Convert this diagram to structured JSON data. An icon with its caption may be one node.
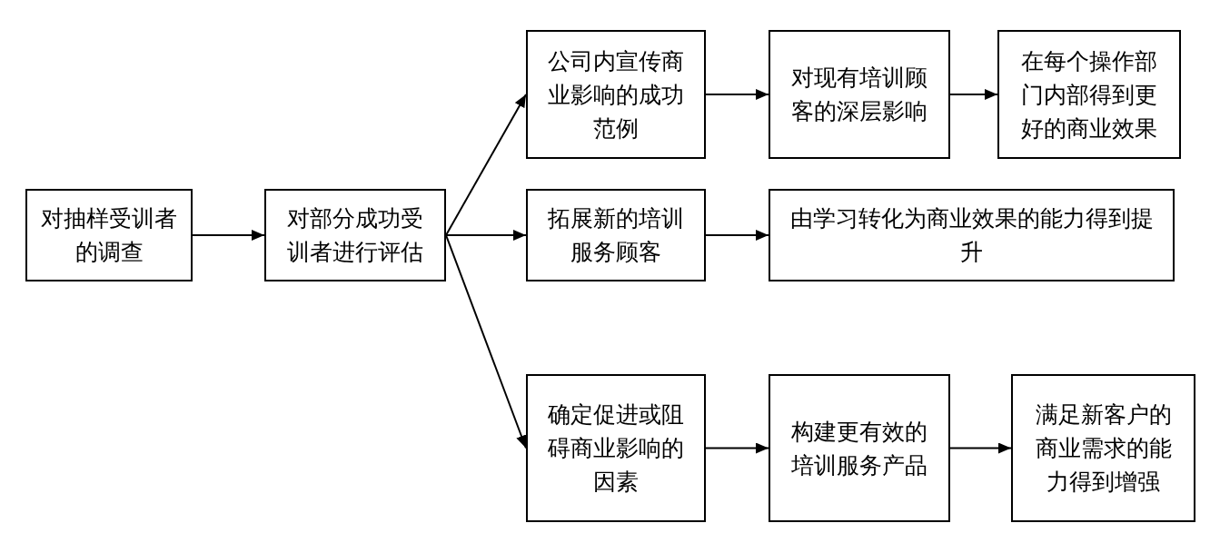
{
  "diagram": {
    "nodes": [
      {
        "text": [
          "对抽样受训者的调查"
        ]
      },
      {
        "text": [
          "对部分成功受训者进行评估"
        ]
      },
      {
        "text": [
          "公司内宣传商业影响的成功范例"
        ]
      },
      {
        "text": [
          "对现有培训顾客的深层影响"
        ]
      },
      {
        "text": [
          "在每个操作部门内部得到更好的商业效果"
        ]
      },
      {
        "text": [
          "拓展新的培训服务顾客"
        ]
      },
      {
        "text": [
          "由学习转化为商业效果的能力得到提升"
        ]
      },
      {
        "text": [
          "确定促进或阻碍商业影响的因素"
        ]
      },
      {
        "text": [
          "构建更有效的培训服务产品"
        ]
      },
      {
        "text": [
          "满足新客户的商业需求的能力得到增强"
        ]
      }
    ],
    "edges": [
      {
        "from": 0,
        "to": 1,
        "arrow": "to"
      },
      {
        "from": 1,
        "to": 2,
        "arrow": "to"
      },
      {
        "from": 1,
        "to": 5,
        "arrow": "to"
      },
      {
        "from": 1,
        "to": 7,
        "arrow": "to"
      },
      {
        "from": 2,
        "to": 3,
        "arrow": "to"
      },
      {
        "from": 3,
        "to": 4,
        "arrow": "to"
      },
      {
        "from": 5,
        "to": 6,
        "arrow": "to"
      },
      {
        "from": 7,
        "to": 8,
        "arrow": "to"
      },
      {
        "from": 8,
        "to": 9,
        "arrow": "to"
      }
    ]
  }
}
